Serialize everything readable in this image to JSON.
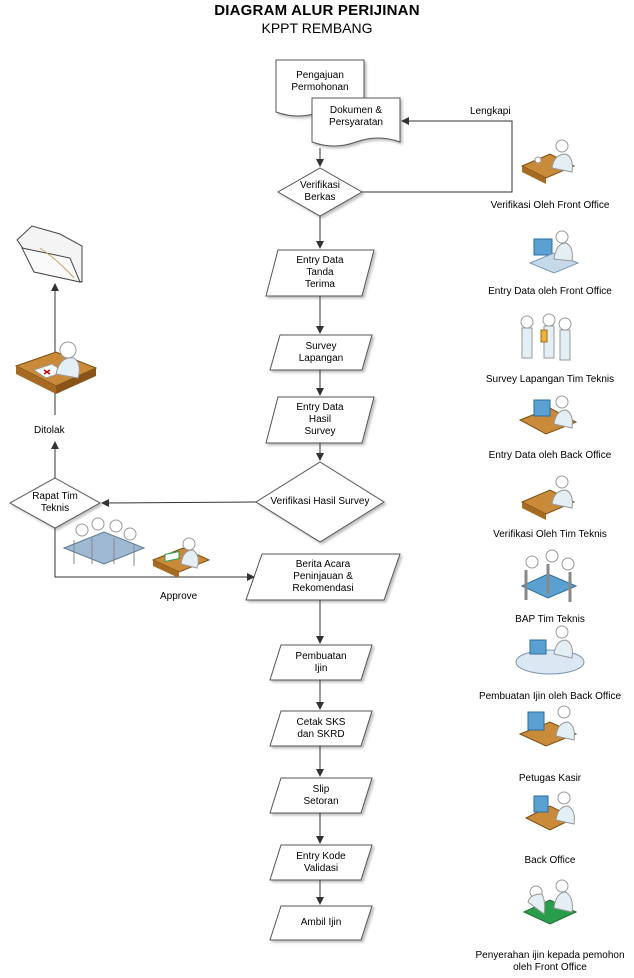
{
  "header": {
    "title": "DIAGRAM ALUR PERIJINAN",
    "subtitle": "KPPT REMBANG"
  },
  "nodes": {
    "pengajuan": "Pengajuan\nPermohonan",
    "dokumen": "Dokumen &\nPersyaratan",
    "verifikasi_berkas": "Verifikasi\nBerkas",
    "entry_tanda_terima": "Entry Data\nTanda\nTerima",
    "survey_lapangan": "Survey\nLapangan",
    "entry_hasil_survey": "Entry Data\nHasil\nSurvey",
    "verifikasi_hasil_survey": "Verifikasi Hasil Survey",
    "rapat_tim_teknis": "Rapat Tim\nTeknis",
    "berita_acara": "Berita Acara\nPeninjauan &\nRekomendasi",
    "pembuatan_ijin": "Pembuatan\nIjin",
    "cetak_sks": "Cetak SKS\ndan SKRD",
    "slip_setoran": "Slip\nSetoran",
    "entry_kode_validasi": "Entry Kode\nValidasi",
    "ambil_ijin": "Ambil Ijin"
  },
  "edge_labels": {
    "lengkapi": "Lengkapi",
    "ditolak": "Ditolak",
    "approve": "Approve"
  },
  "roles": [
    "Verifikasi Oleh Front Office",
    "Entry Data oleh Front Office",
    "Survey Lapangan Tim Teknis",
    "Entry Data oleh Back Office",
    "Verifikasi Oleh Tim Teknis",
    "BAP Tim Teknis",
    "Pembuatan Ijin oleh Back Office",
    "Petugas Kasir",
    "Back Office",
    "Penyerahan ijin kepada pemohon\noleh Front Office"
  ]
}
